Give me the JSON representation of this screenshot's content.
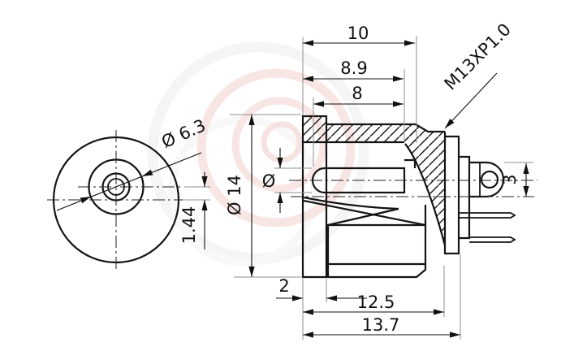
{
  "drawing": {
    "watermark_icon": "logo-swirl-icon",
    "dimensions": {
      "overall_top": "10",
      "barrel_mid": "8.9",
      "slot_length": "8",
      "thread_spec": "M13XP1.0",
      "front_barrel_diameter": "Ø 6.3",
      "center_offset": "1.44",
      "body_diameter": "Ø 14",
      "pin_hole_diameter": "Ø",
      "lug_width": "3",
      "flange_thickness": "2",
      "body_length": "12.5",
      "overall_length": "13.7"
    }
  }
}
